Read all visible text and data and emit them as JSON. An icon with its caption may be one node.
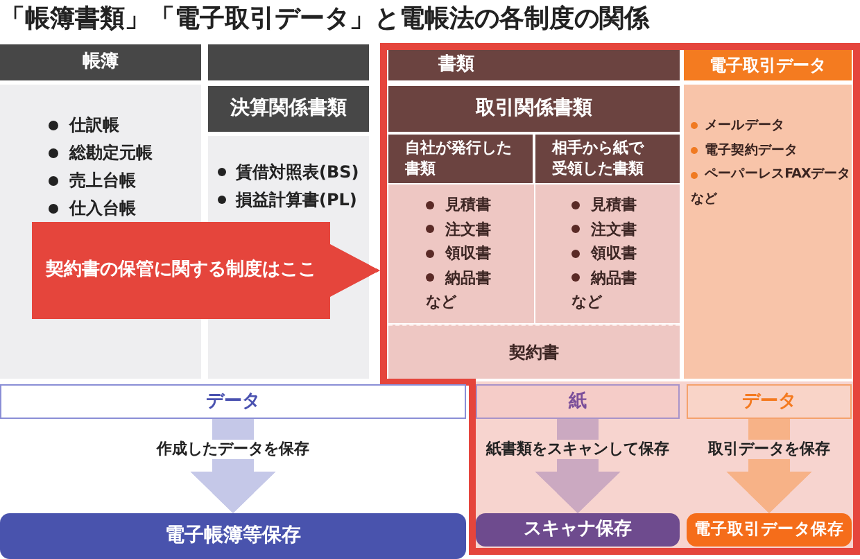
{
  "diagram": {
    "title": "「帳簿書類」「電子取引データ」と電帳法の各制度の関係",
    "nodes": [
      {
        "text": [
          "帳簿"
        ]
      },
      {
        "text": [],
        "shape": "box"
      },
      {
        "text": [],
        "shape": "box"
      },
      {
        "text": [
          "書類"
        ],
        "in": 2
      },
      {
        "text": [
          "電子取引データ"
        ],
        "in": 2
      },
      {
        "text": [
          "仕訳帳",
          "総勘定元帳",
          "売上台帳",
          "仕入台帳"
        ]
      },
      {
        "text": [
          "決算関係書類"
        ]
      },
      {
        "text": [
          "賃借対照表(BS)",
          "損益計算書(PL)"
        ]
      },
      {
        "text": [
          "取引関係書類"
        ],
        "in": 2
      },
      {
        "text": [
          "自社が発行した書類"
        ],
        "in": 2
      },
      {
        "text": [
          "相手から紙で受領した書類"
        ],
        "in": 2
      },
      {
        "text": [
          "見積書",
          "注文書",
          "領収書",
          "納品書",
          "など"
        ],
        "in": 2
      },
      {
        "text": [
          "見積書",
          "注文書",
          "領収書",
          "納品書",
          "など"
        ],
        "in": 2
      },
      {
        "text": [
          "契約書"
        ],
        "in": 2
      },
      {
        "text": [
          "メールデータ",
          "電子契約データ",
          "ペーパーレスFAXデータ",
          "など"
        ],
        "in": 2
      },
      {
        "text": [
          "契約書の保管に関する制度はここ"
        ]
      },
      {
        "text": [
          "データ"
        ]
      },
      {
        "text": [
          "紙"
        ],
        "in": 2
      },
      {
        "text": [
          "データ"
        ],
        "in": 2
      },
      {
        "text": [
          "電子帳簿等保存"
        ]
      },
      {
        "text": [
          "スキャナ保存"
        ],
        "in": 2
      },
      {
        "text": [
          "電子取引データ保存"
        ],
        "in": 2
      }
    ],
    "edges": [
      {
        "from": 16,
        "to": 19,
        "arrow": "to",
        "label": "作成したデータを保存",
        "color": "#c5c8e8"
      },
      {
        "from": 17,
        "to": 20,
        "arrow": "to",
        "label": "紙書類をスキャンして保存",
        "color": "#cba9c1"
      },
      {
        "from": 18,
        "to": 21,
        "arrow": "to",
        "label": "取引データを保存",
        "color": "#f7b287"
      },
      {
        "from": 15,
        "to": 2,
        "arrow": "to",
        "color": "#e5453c"
      }
    ]
  }
}
